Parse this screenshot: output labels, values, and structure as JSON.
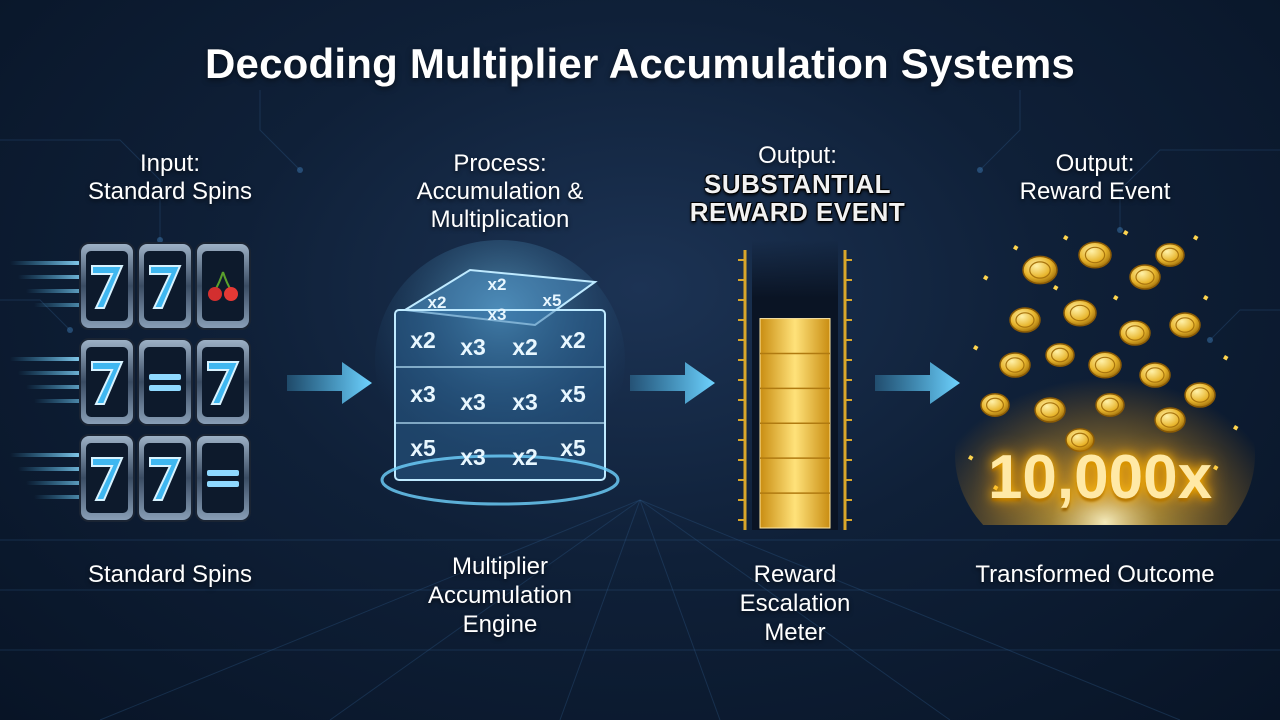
{
  "title": "Decoding Multiplier Accumulation Systems",
  "stages": [
    {
      "id": "input",
      "heading_lines": [
        "Input:",
        "Standard Spins"
      ],
      "caption_lines": [
        "Standard Spins"
      ]
    },
    {
      "id": "process",
      "heading_lines": [
        "Process:",
        "Accumulation &",
        "Multiplication"
      ],
      "caption_lines": [
        "Multiplier",
        "Accumulation",
        "Engine"
      ]
    },
    {
      "id": "output-meter",
      "heading_lines": [
        "Output:"
      ],
      "heading_emphasis_lines": [
        "SUBSTANTIAL",
        "REWARD EVENT"
      ],
      "caption_lines": [
        "Reward",
        "Escalation",
        "Meter"
      ]
    },
    {
      "id": "output-reward",
      "heading_lines": [
        "Output:",
        "Reward Event"
      ],
      "caption_lines": [
        "Transformed Outcome"
      ]
    }
  ],
  "slot_reels": {
    "rows": [
      [
        "7",
        "7",
        "cherry"
      ],
      [
        "7",
        "bar",
        "7"
      ],
      [
        "7",
        "7",
        "bar"
      ]
    ]
  },
  "multiplier_cube": {
    "top_labels": [
      "x2",
      "x2",
      "x5",
      "x3"
    ],
    "layers": [
      [
        "x2",
        "x3",
        "x2",
        "x2"
      ],
      [
        "x3",
        "x3",
        "x3",
        "x5"
      ],
      [
        "x5",
        "x3",
        "x2",
        "x5"
      ]
    ]
  },
  "meter": {
    "fill_fraction": 0.88,
    "segments": 6
  },
  "reward_value": "10,000x",
  "colors": {
    "background": "#0f2038",
    "accent_blue": "#4fc3f7",
    "gold": "#f5c542",
    "text": "#ffffff"
  },
  "icons": [
    "slot-reel-icon",
    "multiplier-cube-icon",
    "reward-meter-icon",
    "gold-coins-icon",
    "arrow-right-icon"
  ]
}
